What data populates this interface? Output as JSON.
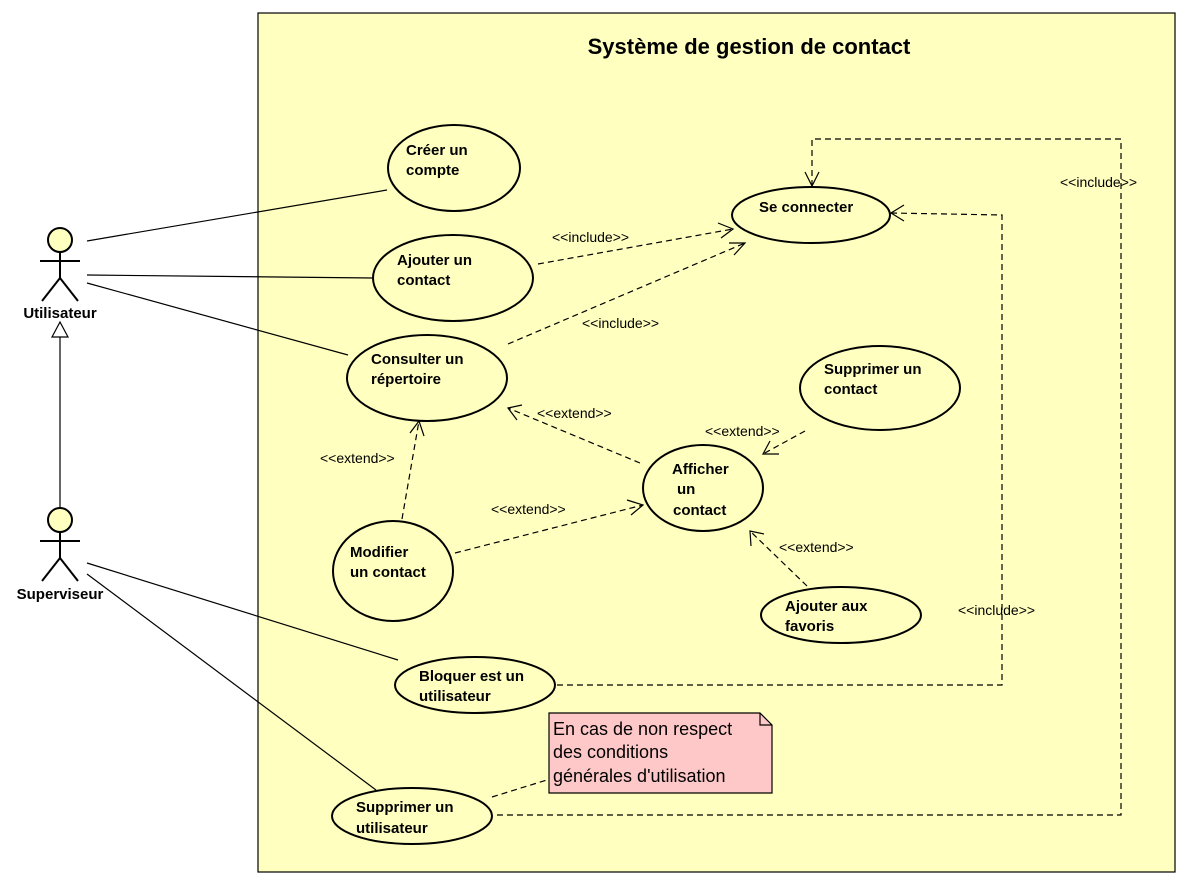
{
  "system": {
    "title": "Système de gestion de contact"
  },
  "actors": {
    "utilisateur": "Utilisateur",
    "superviseur": "Superviseur"
  },
  "use_cases": {
    "creer_compte": [
      "Créer un",
      "compte"
    ],
    "ajouter_contact": [
      "Ajouter un",
      "contact"
    ],
    "consulter_repertoire": [
      "Consulter un",
      "répertoire"
    ],
    "se_connecter": [
      "Se connecter"
    ],
    "supprimer_contact": [
      "Supprimer un",
      "contact"
    ],
    "afficher_contact": [
      "Afficher",
      "un",
      "contact"
    ],
    "modifier_contact": [
      "Modifier",
      "un contact"
    ],
    "ajouter_favoris": [
      "Ajouter aux",
      "favoris"
    ],
    "bloquer_utilisateur": [
      "Bloquer est un",
      "utilisateur"
    ],
    "supprimer_utilisateur": [
      "Supprimer un",
      "utilisateur"
    ]
  },
  "stereotypes": {
    "include_ajouter": "<<include>>",
    "include_consulter": "<<include>>",
    "include_bloquer": "<<include>>",
    "include_supprimer_util": "<<include>>",
    "extend_modifier_consulter": "<<extend>>",
    "extend_afficher_consulter": "<<extend>>",
    "extend_supprimer_afficher": "<<extend>>",
    "extend_modifier_afficher": "<<extend>>",
    "extend_favoris_afficher": "<<extend>>"
  },
  "note": {
    "lines": [
      "En cas de non respect",
      "des conditions",
      "générales d'utilisation"
    ]
  },
  "colors": {
    "system_fill": "#ffffc0",
    "use_case_fill": "#ffffc0",
    "actor_fill": "#ffffc0",
    "note_fill": "#ffc8c8"
  }
}
